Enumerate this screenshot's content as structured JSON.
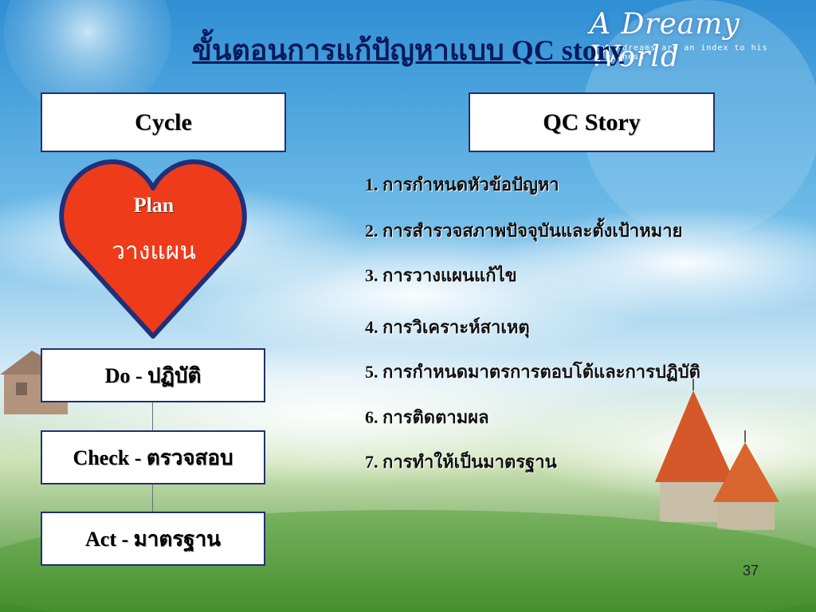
{
  "title": "ขั้นตอนการแก้ปัญหาแบบ QC story",
  "brand": {
    "name": "A Dreamy World",
    "tagline": "Your dreams are an index to his greatness"
  },
  "headers": {
    "cycle": "Cycle",
    "qc_story": "QC Story"
  },
  "plan": {
    "en": "Plan",
    "th": "วางแผน",
    "color": "#ee3b1a"
  },
  "stages": [
    {
      "label": "Do - ปฏิบัติ"
    },
    {
      "label": "Check - ตรวจสอบ"
    },
    {
      "label": "Act - มาตรฐาน"
    }
  ],
  "steps": [
    "1. การกำหนดหัวข้อปัญหา",
    "2. การสำรวจสภาพปัจจุบันและตั้งเป้าหมาย",
    "3. การวางแผนแก้ไข",
    "4. การวิเคราะห์สาเหตุ",
    "5. การกำหนดมาตรการตอบโต้และการปฏิบัติ",
    "6. การติดตามผล",
    "7. การทำให้เป็นมาตรฐาน"
  ],
  "page_number": "37",
  "colors": {
    "border": "#22306e",
    "title": "#0a1a5c"
  }
}
